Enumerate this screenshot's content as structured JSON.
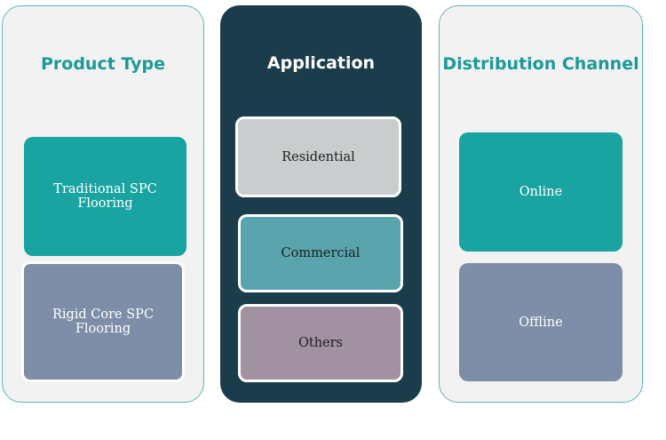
{
  "panels": [
    {
      "title": "Product Type",
      "items": [
        "Traditional SPC Flooring",
        "Rigid Core SPC Flooring"
      ]
    },
    {
      "title": "Application",
      "items": [
        "Residential",
        "Commercial",
        "Others"
      ]
    },
    {
      "title": "Distribution Channel",
      "items": [
        "Online",
        "Offline"
      ]
    }
  ],
  "colors": {
    "teal_title": "#1a9a99",
    "dark_panel": "#1b3d4b",
    "teal_box": "#19a4a1",
    "slate_box": "#7e8ea8",
    "grey_box": "#c9cdcd",
    "cyan_box": "#5aa4ae",
    "mauve_box": "#a191a1"
  }
}
